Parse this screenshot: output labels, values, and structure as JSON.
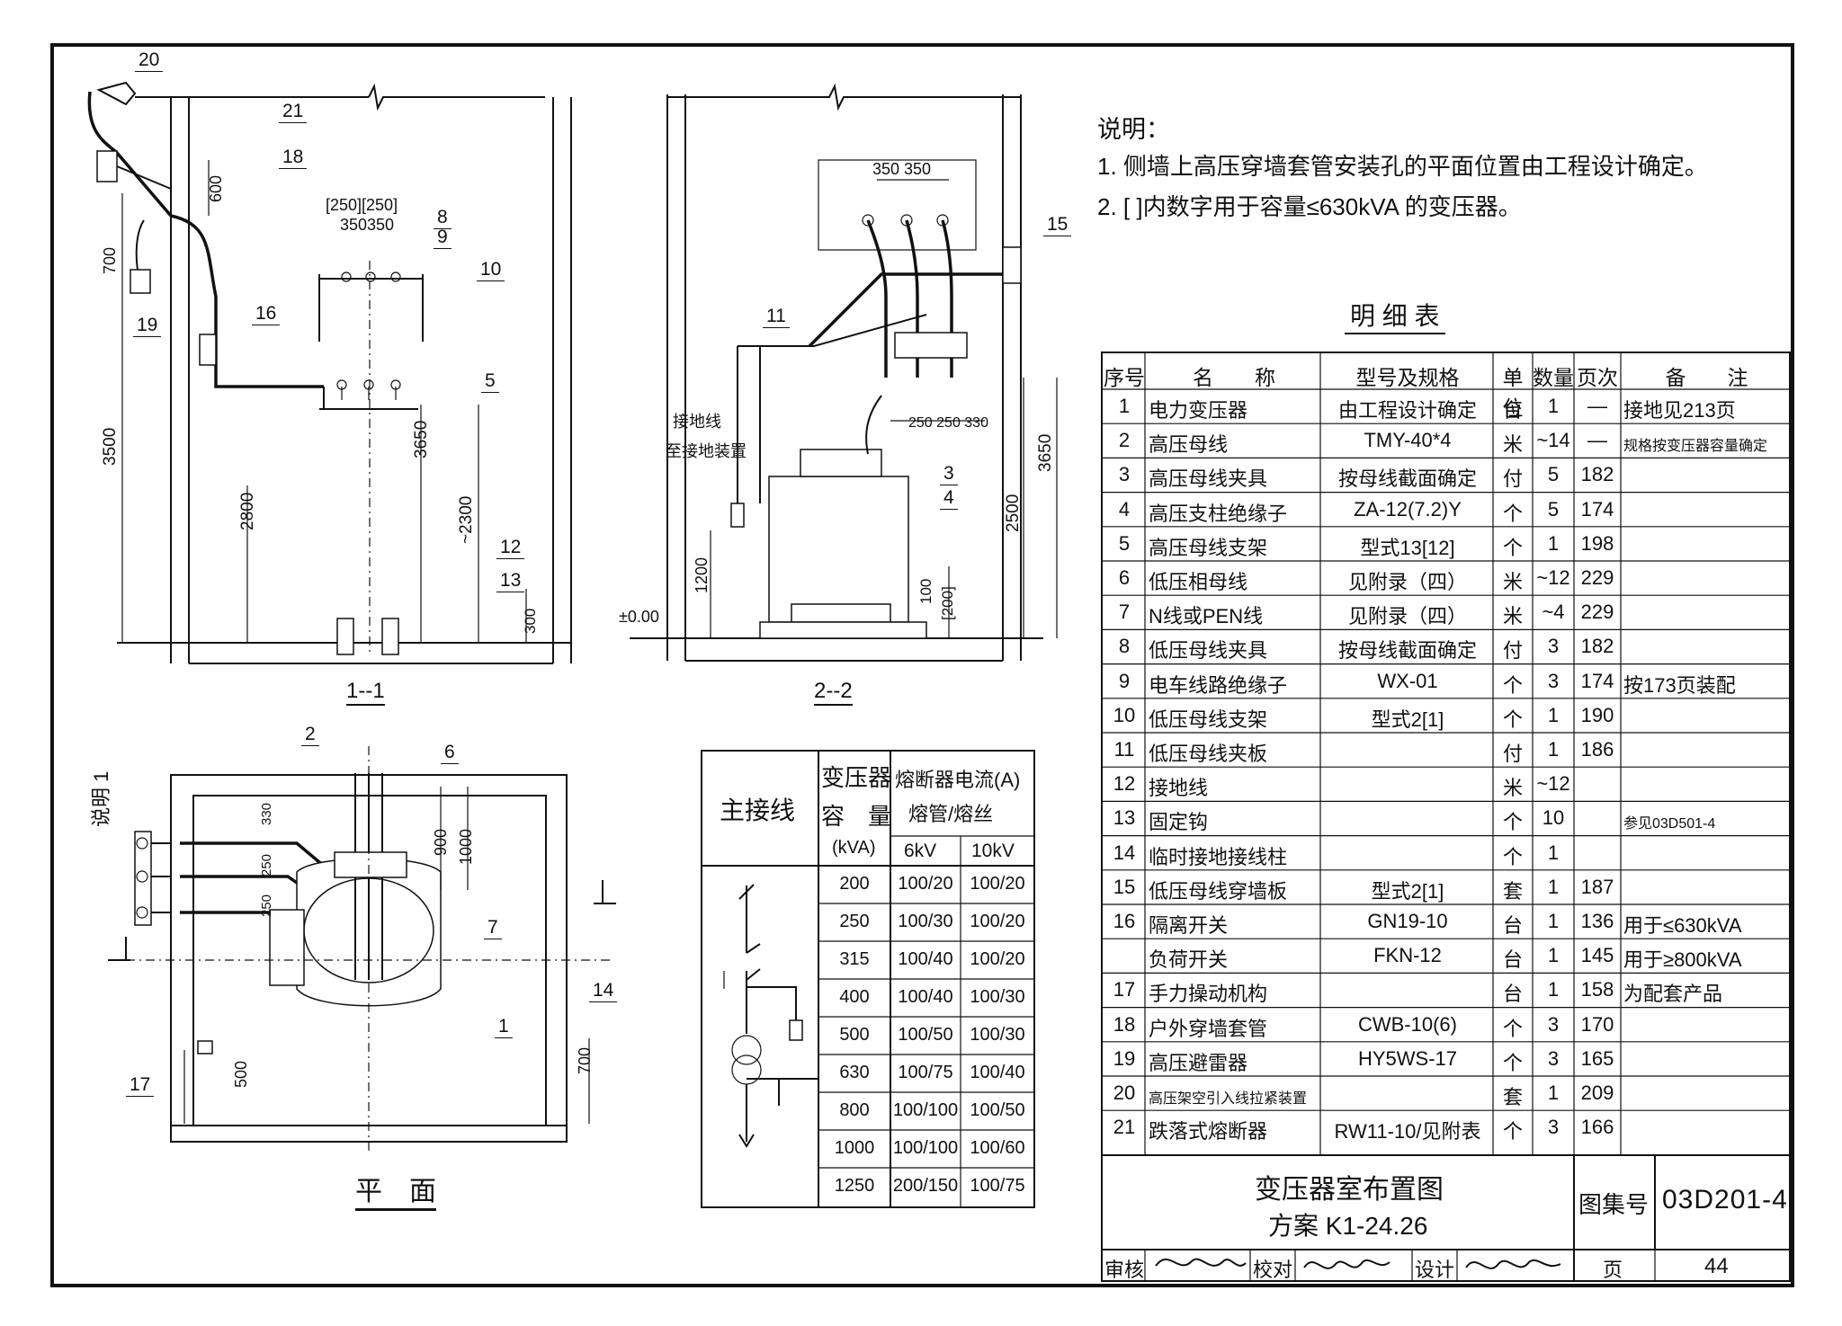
{
  "notes": {
    "heading": "说明：",
    "items": [
      "1. 侧墙上高压穿墙套管安装孔的平面位置由工程设计确定。",
      "2. [ ]内数字用于容量≤630kVA 的变压器。"
    ]
  },
  "bom": {
    "title": "明 细 表",
    "headers": [
      "序号",
      "名　　称",
      "型号及规格",
      "单位",
      "数量",
      "页次",
      "备　　注"
    ],
    "rows": [
      [
        "1",
        "电力变压器",
        "由工程设计确定",
        "台",
        "1",
        "—",
        "接地见213页"
      ],
      [
        "2",
        "高压母线",
        "TMY-40*4",
        "米",
        "~14",
        "—",
        "规格按变压器容量确定"
      ],
      [
        "3",
        "高压母线夹具",
        "按母线截面确定",
        "付",
        "5",
        "182",
        ""
      ],
      [
        "4",
        "高压支柱绝缘子",
        "ZA-12(7.2)Y",
        "个",
        "5",
        "174",
        ""
      ],
      [
        "5",
        "高压母线支架",
        "型式13[12]",
        "个",
        "1",
        "198",
        ""
      ],
      [
        "6",
        "低压相母线",
        "见附录（四）",
        "米",
        "~12",
        "229",
        ""
      ],
      [
        "7",
        "N线或PEN线",
        "见附录（四）",
        "米",
        "~4",
        "229",
        ""
      ],
      [
        "8",
        "低压母线夹具",
        "按母线截面确定",
        "付",
        "3",
        "182",
        ""
      ],
      [
        "9",
        "电车线路绝缘子",
        "WX-01",
        "个",
        "3",
        "174",
        "按173页装配"
      ],
      [
        "10",
        "低压母线支架",
        "型式2[1]",
        "个",
        "1",
        "190",
        ""
      ],
      [
        "11",
        "低压母线夹板",
        "",
        "付",
        "1",
        "186",
        ""
      ],
      [
        "12",
        "接地线",
        "",
        "米",
        "~12",
        "",
        ""
      ],
      [
        "13",
        "固定钩",
        "",
        "个",
        "10",
        "",
        "参见03D501-4"
      ],
      [
        "14",
        "临时接地接线柱",
        "",
        "个",
        "1",
        "",
        ""
      ],
      [
        "15",
        "低压母线穿墙板",
        "型式2[1]",
        "套",
        "1",
        "187",
        ""
      ],
      [
        "16",
        "隔离开关",
        "GN19-10",
        "台",
        "1",
        "136",
        "用于≤630kVA"
      ],
      [
        "",
        "负荷开关",
        "FKN-12",
        "台",
        "1",
        "145",
        "用于≥800kVA"
      ],
      [
        "17",
        "手力操动机构",
        "",
        "台",
        "1",
        "158",
        "为配套产品"
      ],
      [
        "18",
        "户外穿墙套管",
        "CWB-10(6)",
        "个",
        "3",
        "170",
        ""
      ],
      [
        "19",
        "高压避雷器",
        "HY5WS-17",
        "个",
        "3",
        "165",
        ""
      ],
      [
        "20",
        "高压架空引入线拉紧装置",
        "",
        "套",
        "1",
        "209",
        ""
      ],
      [
        "21",
        "跌落式熔断器",
        "RW11-10/见附表",
        "个",
        "3",
        "166",
        ""
      ]
    ]
  },
  "fuse_table": {
    "col_main": "主接线",
    "col_cap1": "变压器",
    "col_cap2": "容　量",
    "col_cap3": "(kVA)",
    "col_fuse1": "熔断器电流(A)",
    "col_fuse2": "熔管/熔丝",
    "col_6kv": "6kV",
    "col_10kv": "10kV",
    "rows": [
      [
        "200",
        "100/20",
        "100/20"
      ],
      [
        "250",
        "100/30",
        "100/20"
      ],
      [
        "315",
        "100/40",
        "100/20"
      ],
      [
        "400",
        "100/40",
        "100/30"
      ],
      [
        "500",
        "100/50",
        "100/30"
      ],
      [
        "630",
        "100/75",
        "100/40"
      ],
      [
        "800",
        "100/100",
        "100/50"
      ],
      [
        "1000",
        "100/100",
        "100/60"
      ],
      [
        "1250",
        "200/150",
        "100/75"
      ]
    ]
  },
  "title_block": {
    "title": "变压器室布置图",
    "subtitle": "方案 K1-24.26",
    "atlas_label": "图集号",
    "atlas_no": "03D201-4",
    "review": "审核",
    "check": "校对",
    "design": "设计",
    "page_label": "页",
    "page_no": "44"
  },
  "views": {
    "section1": "1--1",
    "section2": "2--2",
    "plan": "平　面",
    "plan_note": "说明 1",
    "ground_label": "接地线",
    "ground_label2": "至接地装置",
    "zero_level": "±0.00"
  },
  "dims": {
    "d600": "600",
    "d700": "700",
    "d3500": "3500",
    "d2800": "2800",
    "d3650": "3650",
    "d2300": "~2300",
    "d300": "300",
    "d250a": "[250][250]",
    "d350a": "350350",
    "d350b": "350 350",
    "d250b": "250 250  330",
    "d1200": "1200",
    "d2500": "2500",
    "d100": "100",
    "d200": "[200]",
    "d330": "330",
    "d250c": "250",
    "d900": "900",
    "d1000": "1000",
    "d500": "500",
    "d700b": "700"
  },
  "callouts": [
    "1",
    "2",
    "3",
    "4",
    "5",
    "6",
    "7",
    "8",
    "9",
    "10",
    "11",
    "12",
    "13",
    "14",
    "15",
    "16",
    "17",
    "18",
    "19",
    "20",
    "21"
  ]
}
